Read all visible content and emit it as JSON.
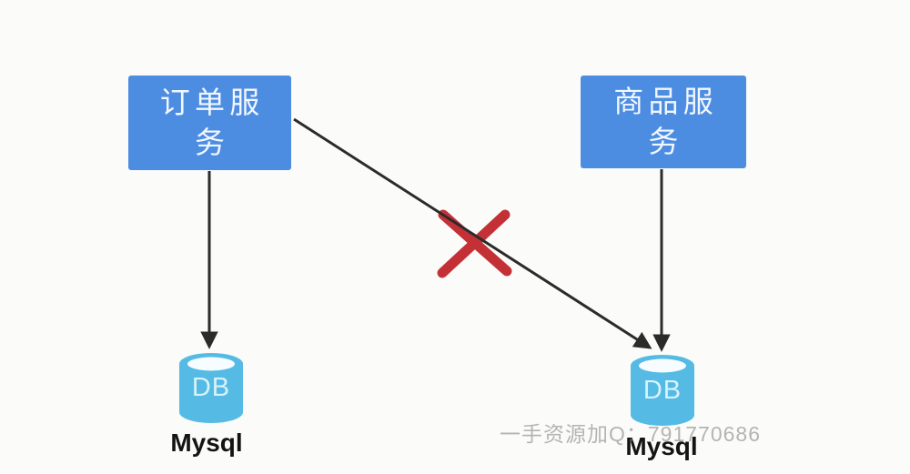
{
  "diagram": {
    "services": [
      {
        "id": "order-service",
        "label": "订单服务",
        "label_lines": [
          "订单服",
          "务"
        ],
        "db": {
          "icon_label": "DB",
          "name": "Mysql"
        }
      },
      {
        "id": "product-service",
        "label": "商品服务",
        "label_lines": [
          "商品服",
          "务"
        ],
        "db": {
          "icon_label": "DB",
          "name": "Mysql"
        }
      }
    ],
    "connections": [
      {
        "from": "order-service",
        "to": "order-db",
        "status": "allowed"
      },
      {
        "from": "product-service",
        "to": "product-db",
        "status": "allowed"
      },
      {
        "from": "order-service",
        "to": "product-db",
        "status": "forbidden"
      }
    ],
    "watermark": "一手资源加Q：791770686",
    "colors": {
      "service_box": "#4d8de1",
      "service_text": "#f2f7ff",
      "db_cylinder": "#55bbe5",
      "db_opening": "#f6fcff",
      "arrow": "#2b2b2b",
      "forbidden_cross": "#c1272d",
      "background": "#fbfcf9",
      "watermark_gray": "#b3b3af"
    }
  }
}
